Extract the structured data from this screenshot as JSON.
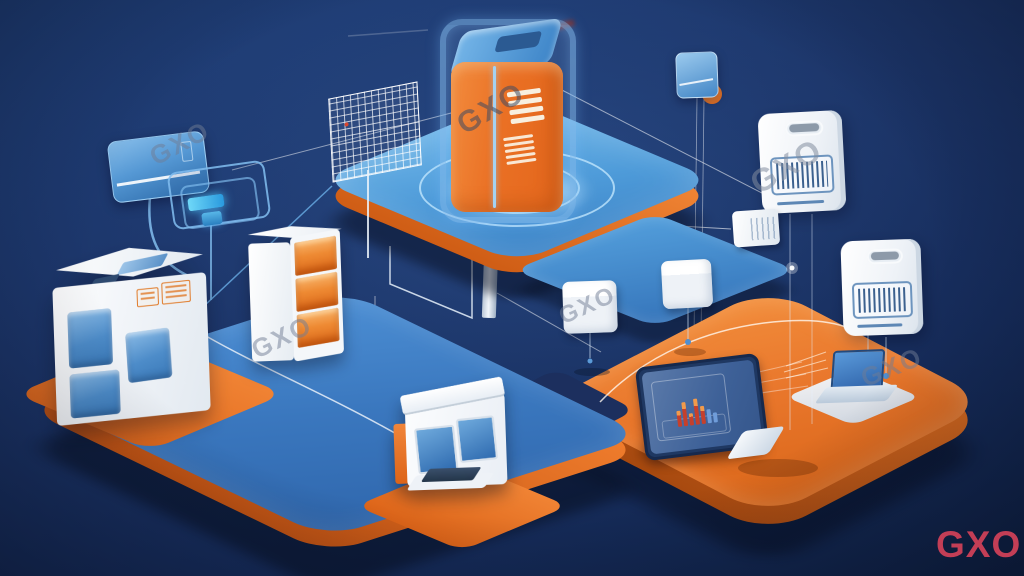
{
  "scene": {
    "type": "isometric 3D illustration",
    "subject": "connected warehouse technology platforms with server, scanners, kiosks and computers",
    "background_navy": "#1b3467",
    "accent_orange": "#e8742a",
    "platform_blue": "#4f9fdc",
    "device_white": "#f3f6fa",
    "wire_blue": "#7db8e8",
    "glow_cyan": "#5fd0f5"
  },
  "brand": {
    "logo_text": "GXO",
    "logo_color": "#c33e56"
  },
  "watermarks": [
    {
      "text": "GXO"
    },
    {
      "text": "GXO"
    },
    {
      "text": "GXO"
    },
    {
      "text": "GXO"
    },
    {
      "text": "GXO"
    },
    {
      "text": "GXO"
    }
  ],
  "monitor_dashboard": {
    "bars": [
      {
        "h": 16,
        "c": "red"
      },
      {
        "h": 24,
        "c": "red"
      },
      {
        "h": 12,
        "c": "red"
      },
      {
        "h": 26,
        "c": "red"
      },
      {
        "h": 18,
        "c": "red"
      },
      {
        "h": 14,
        "c": "blue"
      },
      {
        "h": 10,
        "c": "blue"
      }
    ]
  },
  "components": [
    "server-tower",
    "network-tablet",
    "router",
    "mesh-antenna",
    "storage-cabinet",
    "glowing-shelf-unit",
    "workstation-terminal",
    "dashboard-monitor",
    "laptop",
    "barcode-scanner-1",
    "barcode-scanner-2",
    "parcel-box-1",
    "parcel-box-2",
    "small-crate",
    "signal-panel"
  ]
}
